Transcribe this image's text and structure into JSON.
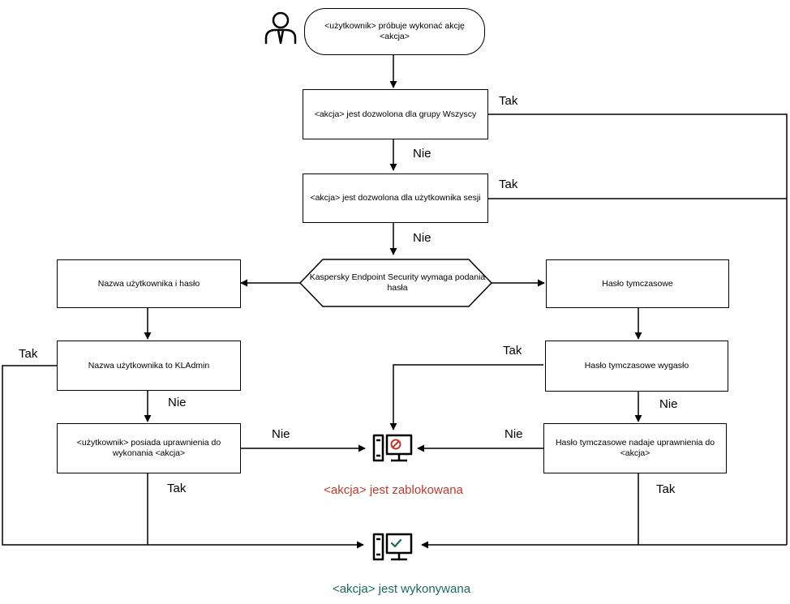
{
  "colors": {
    "blocked": "#c0392b",
    "allowed": "#1a6b5a",
    "line": "#000000"
  },
  "nodes": {
    "start": "<użytkownik> próbuje wykonać akcję <akcja>",
    "group_all": "<akcja> jest dozwolona dla grupy Wszyscy",
    "session_user": "<akcja> jest dozwolona dla użytkownika sesji",
    "password_required": "Kaspersky Endpoint Security wymaga podania hasła",
    "user_password": "Nazwa użytkownika i hasło",
    "temp_password": "Hasło tymczasowe",
    "is_kladmin": "Nazwa użytkownika to KLAdmin",
    "user_has_rights": "<użytkownik> posiada uprawnienia do wykonania <akcja>",
    "temp_expired": "Hasło tymczasowe wygasło",
    "temp_grants": "Hasło tymczasowe nadaje uprawnienia do <akcja>"
  },
  "edges": {
    "tak": "Tak",
    "nie": "Nie"
  },
  "results": {
    "blocked": "<akcja> jest zablokowana",
    "allowed": "<akcja> jest wykonywana"
  },
  "icons": {
    "user": "user-icon",
    "blocked_computer": "computer-blocked-icon",
    "allowed_computer": "computer-allowed-icon"
  }
}
